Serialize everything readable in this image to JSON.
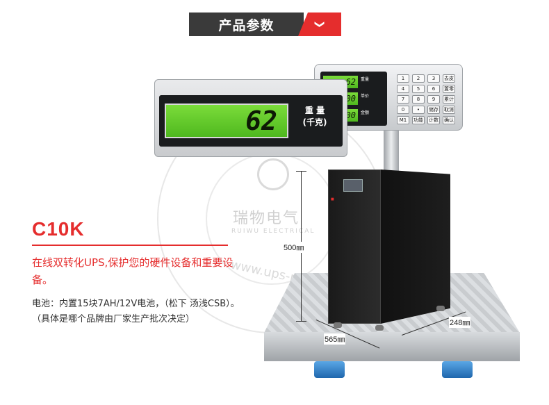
{
  "banner": {
    "title": "产品参数",
    "chevron": "❯"
  },
  "product": {
    "model": "C10K",
    "headline": "在线双转化UPS,保护您的硬件设备和重要设备。",
    "battery": "电池：内置15块7AH/12V电池，（松下 汤浅CSB）。（具体是哪个品牌由厂家生产批次决定）"
  },
  "scale": {
    "display_value": "62",
    "display_label_line1": "重 量",
    "display_label_line2": "(千克)",
    "terminal_screens": [
      {
        "value": "62",
        "label": "重量"
      },
      {
        "value": "0.00",
        "label": "单价"
      },
      {
        "value": "0.00",
        "label": "金额"
      }
    ],
    "keys": [
      "1",
      "2",
      "3",
      "去皮",
      "4",
      "5",
      "6",
      "置零",
      "7",
      "8",
      "9",
      "累计",
      "0",
      "•",
      "储存",
      "取消",
      "M1",
      "功能",
      "计数",
      "确认"
    ]
  },
  "dimensions": {
    "height": "500㎜",
    "depth": "565㎜",
    "width": "248㎜"
  },
  "watermark": {
    "brand": "瑞物电气",
    "brand_en": "RUIWU ELECTRICAL",
    "url": "www.ups-power86.com"
  },
  "colors": {
    "accent": "#e52d2d",
    "banner_dark": "#3a3a3a",
    "lcd_green": "#6cd02c"
  }
}
